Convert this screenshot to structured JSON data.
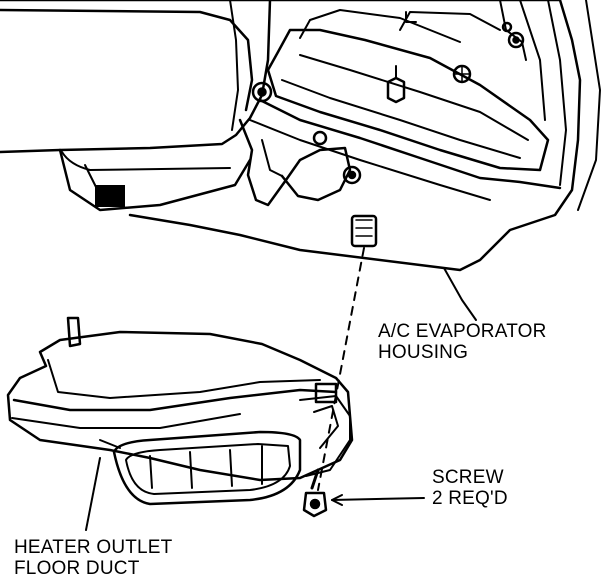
{
  "labels": {
    "evaporator_housing": {
      "line1": "A/C EVAPORATOR",
      "line2": "HOUSING"
    },
    "screw": {
      "line1": "SCREW",
      "line2": "2 REQ'D"
    },
    "heater_outlet": {
      "line1": "HEATER OUTLET",
      "line2": "FLOOR DUCT"
    }
  },
  "colors": {
    "ink": "#000000",
    "paper": "#ffffff"
  }
}
